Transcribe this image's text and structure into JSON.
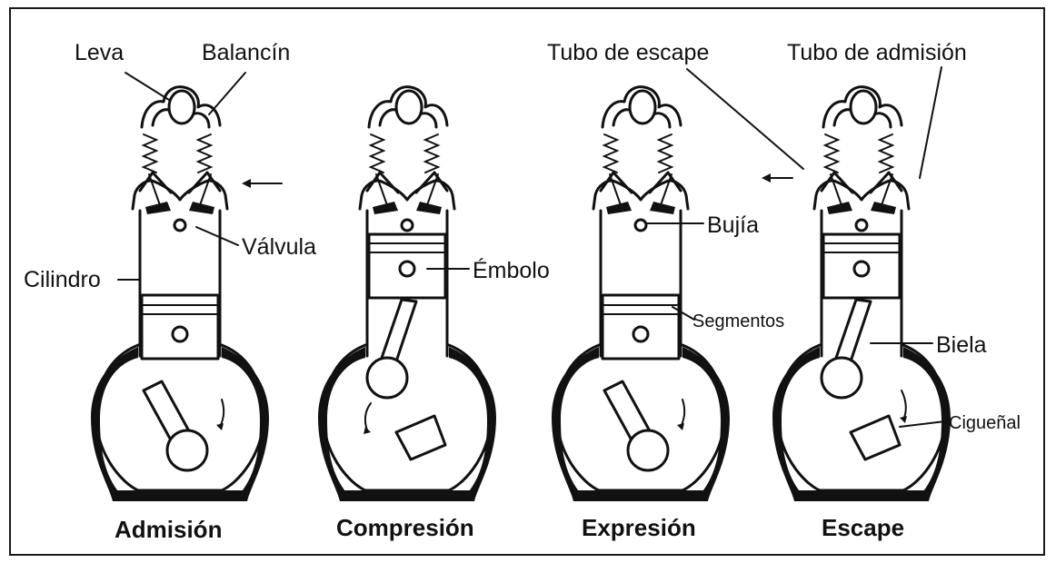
{
  "labels": {
    "leva": "Leva",
    "balancin": "Balancín",
    "tubo_escape": "Tubo de escape",
    "tubo_admision": "Tubo de admisión",
    "valvula": "Válvula",
    "cilindro": "Cilindro",
    "embolo": "Émbolo",
    "bujia": "Bujía",
    "segmentos": "Segmentos",
    "biela": "Biela",
    "cigueñal": "Cigueñal"
  },
  "strokes": [
    {
      "title": "Admisión"
    },
    {
      "title": "Compresión"
    },
    {
      "title": "Expresión"
    },
    {
      "title": "Escape"
    }
  ]
}
